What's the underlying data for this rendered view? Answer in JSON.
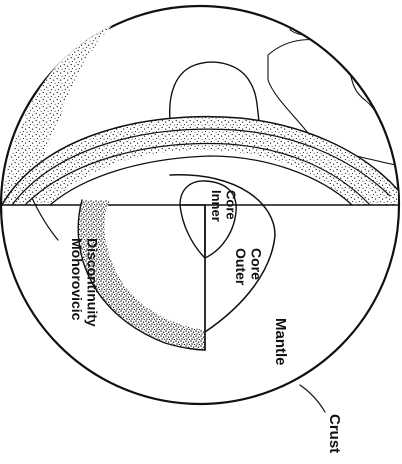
{
  "diagram": {
    "labels": {
      "crust": "Crust",
      "mantle": "Mantle",
      "outer_core": "Outer Core",
      "inner_core": "Inner Core",
      "moho": "Mohorovicic Discontinuity"
    },
    "colors": {
      "ink": "#111111",
      "paper": "#ffffff"
    }
  }
}
